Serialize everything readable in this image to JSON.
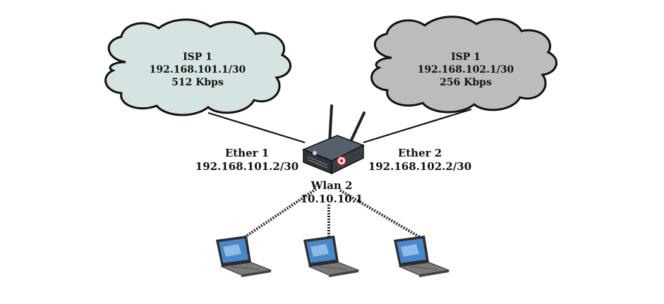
{
  "clouds": [
    {
      "name": "ISP 1",
      "address": "192.168.101.1/30",
      "speed": "512 Kbps",
      "fill": "#d6e3e3"
    },
    {
      "name": "ISP 1",
      "address": "192.168.102.1/30",
      "speed": "256 Kbps",
      "fill": "#bcbcbc"
    }
  ],
  "interfaces": {
    "ether1": {
      "name": "Ether 1",
      "address": "192.168.101.2/30"
    },
    "ether2": {
      "name": "Ether 2",
      "address": "192.168.102.2/30"
    },
    "wlan2": {
      "name": "Wlan 2",
      "address": "10.10.10.1"
    }
  },
  "icons": {
    "router": "wireless-router-icon",
    "laptop": "laptop-icon",
    "cloud": "cloud-icon"
  },
  "colors": {
    "line": "#111111",
    "router_body": "#3a3f47",
    "laptop_screen": "#4a86c8"
  }
}
